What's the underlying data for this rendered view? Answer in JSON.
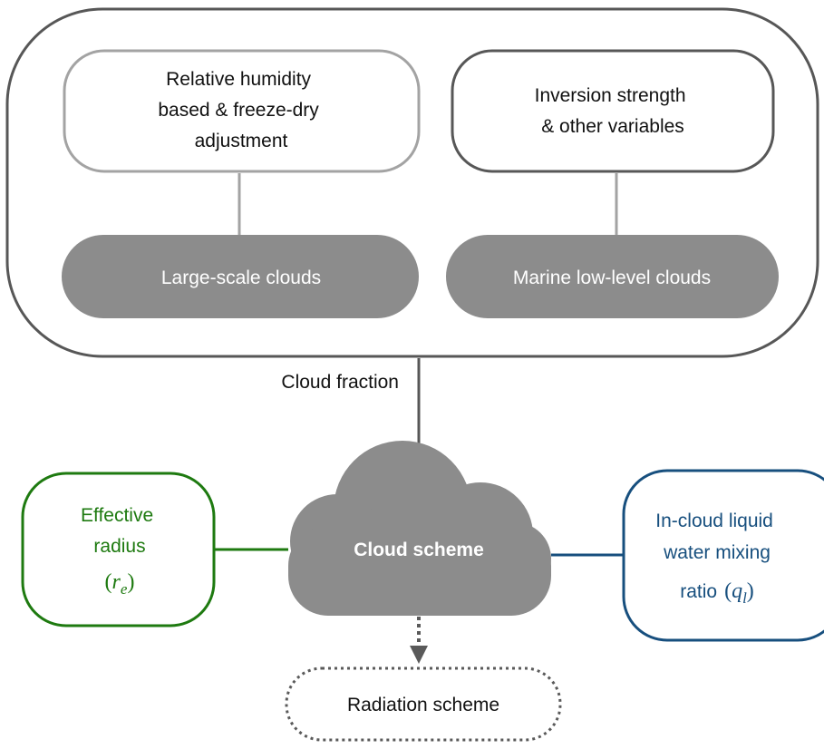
{
  "outer_group": {
    "humidity_box": {
      "line1": "Relative humidity",
      "line2": "based & freeze-dry",
      "line3": "adjustment"
    },
    "inversion_box": {
      "line1": "Inversion strength",
      "line2": "& other variables"
    },
    "large_scale_clouds": "Large-scale clouds",
    "marine_low_level_clouds": "Marine low-level clouds"
  },
  "cloud_fraction_label": "Cloud fraction",
  "cloud_scheme": "Cloud scheme",
  "effective_radius": {
    "line1": "Effective",
    "line2": "radius",
    "symbol_base": "r",
    "symbol_sub": "e"
  },
  "liquid_water": {
    "line1": "In-cloud liquid",
    "line2": "water mixing",
    "line3": "ratio",
    "symbol_base": "q",
    "symbol_sub": "l"
  },
  "radiation_scheme": "Radiation scheme",
  "colors": {
    "green": "#1e7a10",
    "blue": "#174f7e",
    "gray_fill": "#8c8c8c",
    "dark_stroke": "#575757",
    "light_stroke": "#a3a3a3"
  }
}
